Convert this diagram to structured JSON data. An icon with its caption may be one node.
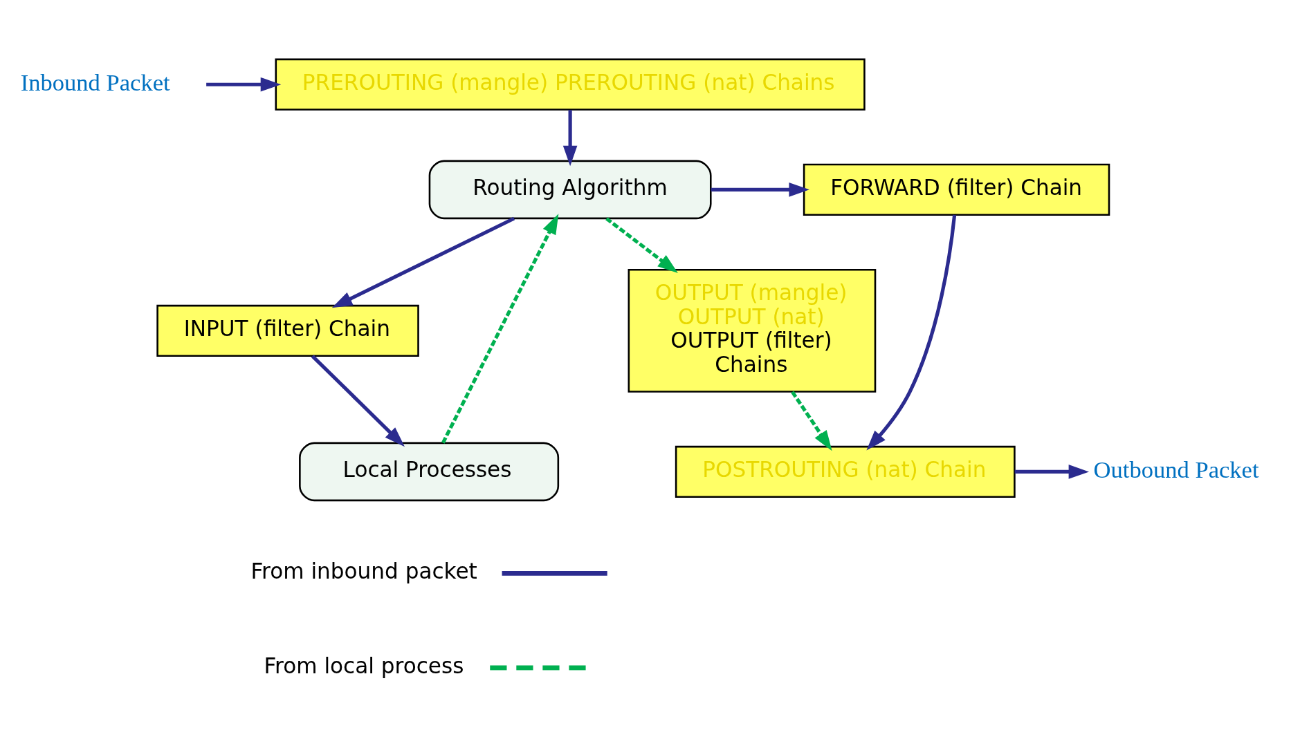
{
  "diagram": {
    "nodes": [
      {
        "text": [
          "Inbound Packet"
        ]
      },
      {
        "text": [
          "PREROUTING (mangle) PREROUTING (nat) Chains"
        ]
      },
      {
        "text": [
          "Outbound Packet"
        ]
      },
      {
        "text": [
          "POSTROUTING (nat) Chain"
        ]
      },
      {
        "text": [
          "Routing Algorithm"
        ]
      },
      {
        "text": [
          "FORWARD (filter) Chain"
        ]
      },
      {
        "text": [
          "INPUT (filter) Chain"
        ]
      },
      {
        "text": [
          "OUTPUT (mangle)",
          "OUTPUT (nat)",
          "OUTPUT (filter)",
          "Chains"
        ]
      },
      {
        "text": [
          "Local Processes"
        ]
      }
    ],
    "edges": [
      {
        "from": 0,
        "to": 1,
        "arrow": "to"
      },
      {
        "from": 1,
        "to": 4,
        "arrow": "to"
      },
      {
        "from": 4,
        "to": 5,
        "arrow": "to"
      },
      {
        "from": 5,
        "to": 3,
        "arrow": "to"
      },
      {
        "from": 3,
        "to": 2,
        "arrow": "to"
      },
      {
        "from": 4,
        "to": 6,
        "arrow": "to"
      },
      {
        "from": 6,
        "to": 8,
        "arrow": "to"
      },
      {
        "from": 8,
        "to": 4,
        "arrow": "to",
        "style": "dashed",
        "color": "#00b050"
      },
      {
        "from": 4,
        "to": 7,
        "arrow": "to",
        "style": "dashed",
        "color": "#00b050"
      },
      {
        "from": 7,
        "to": 3,
        "arrow": "to",
        "style": "dashed",
        "color": "#00b050"
      }
    ],
    "legend": [
      {
        "text": "From inbound packet"
      },
      {
        "text": "From local process"
      }
    ]
  }
}
